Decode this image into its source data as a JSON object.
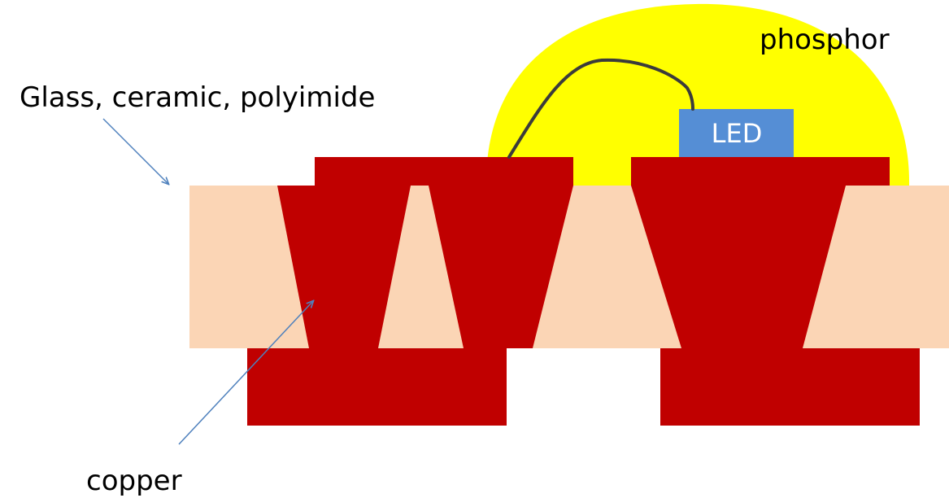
{
  "labels": {
    "phosphor": "phosphor",
    "substrate": "Glass, ceramic, polyimide",
    "led": "LED",
    "copper": "copper"
  },
  "colors": {
    "background": "#ffffff",
    "phosphor": "#ffff00",
    "substrate": "#fbd5b5",
    "copper": "#c00000",
    "led": "#558ed5",
    "led_text": "#ffffff",
    "bond_wire": "#3b3b3b",
    "arrow": "#4f81bd",
    "text": "#000000"
  }
}
